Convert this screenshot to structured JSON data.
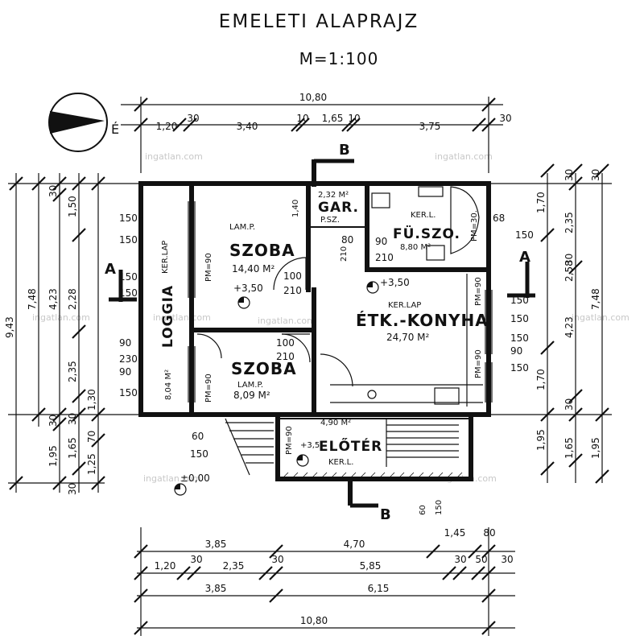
{
  "title": "EMELETI ALAPRAJZ",
  "scale": "M=1:100",
  "compass_label": "É",
  "rooms": {
    "szoba1": {
      "name": "SZOBA",
      "lamp": "LAM.P.",
      "area": "14,40 M²",
      "level": "+3,50",
      "floor": "PM=90"
    },
    "szoba2": {
      "name": "SZOBA",
      "lamp": "LAM.P.",
      "area": "8,09 M²",
      "floor": "PM=90"
    },
    "loggia": {
      "name": "LOGGIA",
      "floor": "KER.LAP",
      "area": "8,04 M²"
    },
    "gar": {
      "name": "GAR.",
      "floor": "P.SZ.",
      "area": "2,32 M²"
    },
    "furdo": {
      "name": "FÜ.SZO.",
      "floor": "KER.L.",
      "area": "8,80 M²",
      "pm": "PM=30."
    },
    "konyha": {
      "name": "ÉTK.-KONYHA",
      "floor": "KER.LAP",
      "area": "24,70 M²",
      "level": "+3,50",
      "pm1": "PM=90",
      "pm2": "PM=90"
    },
    "eloter": {
      "name": "ELŐTÉR",
      "floor": "KER.L.",
      "area": "4,90 M²",
      "level": "+3,5",
      "pm": "PM=90"
    }
  },
  "levels": {
    "ground": "±0,00"
  },
  "section_marks": {
    "a": "A",
    "b": "B"
  },
  "dims_top": {
    "total": "10,80",
    "d1": "1,20",
    "d2": "30",
    "d3": "3,40",
    "d4": "10",
    "d5": "1,65",
    "d6": "10",
    "d7": "3,75",
    "d8": "30"
  },
  "dims_bottom": {
    "row1": [
      "3,85",
      "4,70",
      "1,45",
      "80"
    ],
    "row2": [
      "1,20",
      "30",
      "2,35",
      "30",
      "5,85",
      "30",
      "50",
      "30"
    ],
    "row3": [
      "3,85",
      "6,15"
    ],
    "total": "10,80"
  },
  "dims_left": {
    "outer": "9,43",
    "second": "7,48",
    "third": [
      "30",
      "4,23",
      "30",
      "1,95"
    ],
    "fourth": [
      "1,50",
      "2,28",
      "2,35",
      "1,30",
      "1,65",
      "30"
    ],
    "fifth": [
      "1,25",
      "70",
      "30"
    ]
  },
  "dims_right": {
    "outer": "7,48",
    "second": [
      "30",
      "2,35",
      "2,58",
      "4,23",
      "30"
    ],
    "third": [
      "1,70",
      "30",
      "1,70",
      "1,95",
      "1,65",
      "1,95",
      "30"
    ]
  },
  "openings": {
    "w150a": "150",
    "w150b": "150",
    "w150c": "150",
    "w150d": "150",
    "w90a": "90",
    "w230": "230",
    "w90b": "90",
    "w150e": "150",
    "d100": "100",
    "d210": "210",
    "d100b": "100",
    "d210b": "210",
    "d80": "80",
    "d90": "90",
    "d210c": "210",
    "r68": "68",
    "r150a": "150",
    "r150b": "150",
    "r150c": "150",
    "r150d": "150",
    "r90": "90",
    "r150e": "150",
    "b60": "60",
    "b150": "150",
    "b150b": "150",
    "b60b": "60",
    "v210": "210",
    "v140": "1,40"
  },
  "watermark": "ingatlan.com"
}
